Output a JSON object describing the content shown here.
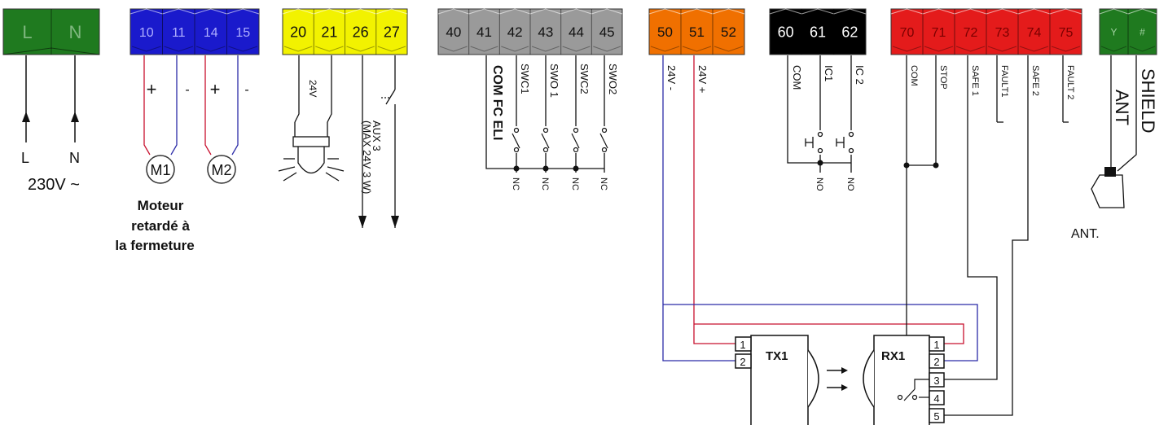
{
  "colors": {
    "green": "#1f7a1f",
    "blue": "#1a1acc",
    "yellow": "#f2f200",
    "gray": "#9a9a9a",
    "orange": "#f07000",
    "black": "#000000",
    "red": "#e41b1b",
    "wire_red": "#c8102e",
    "wire_blue": "#2b2ba8",
    "line": "#111111"
  },
  "blocks": {
    "power": {
      "terminals": [
        "L",
        "N"
      ]
    },
    "motor": {
      "terminals": [
        "10",
        "11",
        "14",
        "15"
      ]
    },
    "light": {
      "terminals": [
        "20",
        "21",
        "26",
        "27"
      ]
    },
    "limit": {
      "terminals": [
        "40",
        "41",
        "42",
        "43",
        "44",
        "45"
      ]
    },
    "supply": {
      "terminals": [
        "50",
        "51",
        "52"
      ]
    },
    "control": {
      "terminals": [
        "60",
        "61",
        "62"
      ]
    },
    "safety": {
      "terminals": [
        "70",
        "71",
        "72",
        "73",
        "74",
        "75"
      ]
    },
    "antenna": {
      "terminals": [
        "Y",
        "#"
      ]
    }
  },
  "labels": {
    "power_l": "L",
    "power_n": "N",
    "voltage": "230V ~",
    "plus_1": "+",
    "minus_1": "-",
    "plus_2": "+",
    "minus_2": "-",
    "motor_1": "M1",
    "motor_2": "M2",
    "motor_note": [
      "Moteur",
      "retardé à",
      "la fermeture"
    ],
    "lamp_voltage": "24V",
    "aux3": "AUX 3",
    "aux3_max": "(MAX 24V 3 W)",
    "com_fc_eli": "COM FC ELI",
    "swc1": "SWC1",
    "swo1": "SWO 1",
    "swc2": "SWC2",
    "swo2": "SWO2",
    "nc": "NC",
    "v24_minus": "24V -",
    "v24_plus": "24V +",
    "com_60": "COM",
    "ic1": "IC1",
    "ic2": "IC 2",
    "no": "NO",
    "com_70": "COM",
    "stop": "STOP",
    "safe1": "SAFE 1",
    "fault1": "FAULT1",
    "safe2": "SAFE 2",
    "fault2": "FAULT 2",
    "shield": "SHIELD",
    "ant": "ANT",
    "ant_dot": "ANT.",
    "tx1": "TX1",
    "rx1": "RX1",
    "tx_pins": [
      "1",
      "2"
    ],
    "rx_pins": [
      "1",
      "2",
      "3",
      "4",
      "5"
    ]
  }
}
